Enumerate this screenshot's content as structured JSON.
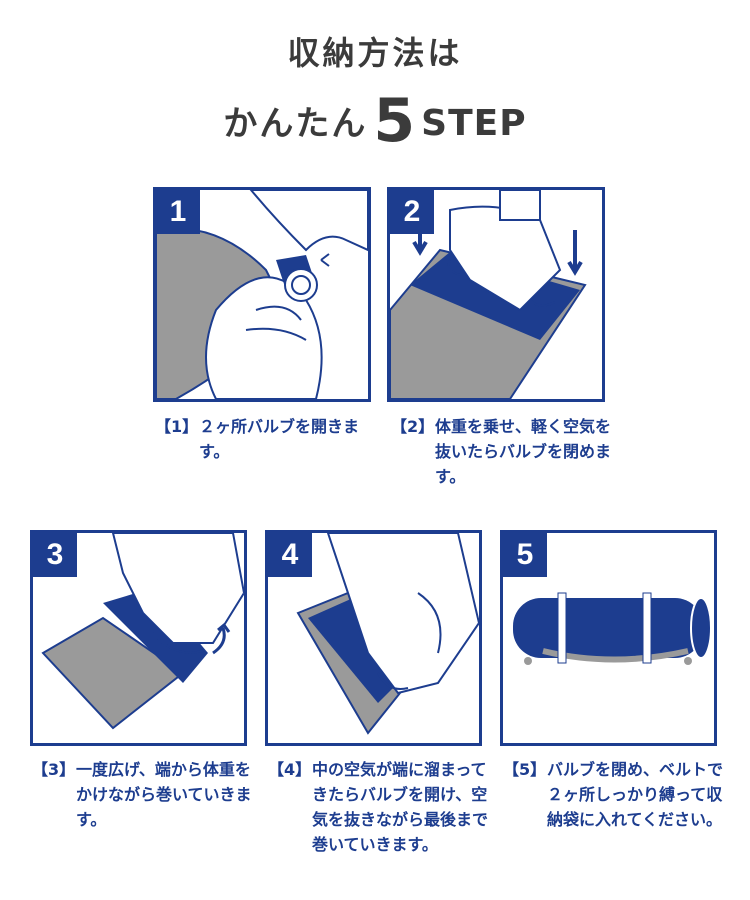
{
  "header": {
    "line1": "収納方法は",
    "line2_prefix": "かんたん",
    "line2_number": "5",
    "line2_suffix": "STEP"
  },
  "colors": {
    "brand_blue": "#1d3d8f",
    "mat_gray": "#9a9a9a"
  },
  "steps": [
    {
      "number": "1",
      "label": "【1】",
      "text": "２ヶ所バルブを開きます。"
    },
    {
      "number": "2",
      "label": "【2】",
      "text": "体重を乗せ、軽く空気を抜いたらバルブを閉めます。"
    },
    {
      "number": "3",
      "label": "【3】",
      "text": "一度広げ、端から体重をかけながら巻いていきます。"
    },
    {
      "number": "4",
      "label": "【4】",
      "text": "中の空気が端に溜まってきたらバルブを開け、空気を抜きながら最後まで巻いていきます。"
    },
    {
      "number": "5",
      "label": "【5】",
      "text": "バルブを閉め、ベルトで２ヶ所しっかり縛って収納袋に入れてください。"
    }
  ]
}
